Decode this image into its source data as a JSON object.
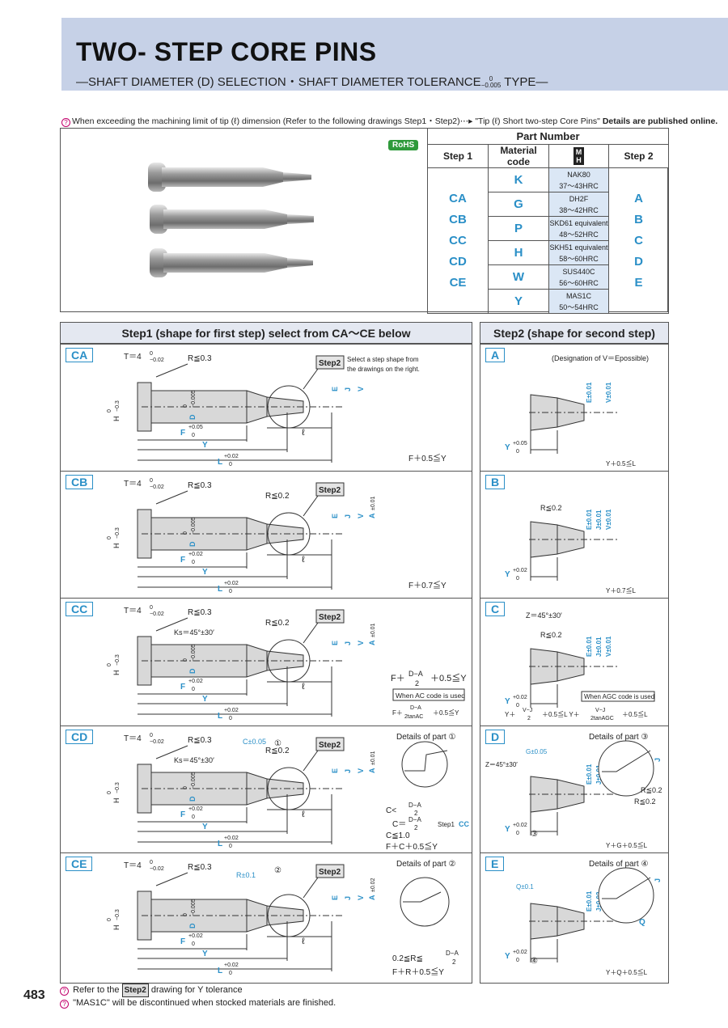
{
  "header": {
    "title": "TWO- STEP CORE PINS",
    "subtitle_a": "—SHAFT DIAMETER (D) SELECTION・SHAFT DIAMETER TOLERANCE",
    "subtitle_tol_top": "0",
    "subtitle_tol_bottom": "−0.005",
    "subtitle_b": "TYPE—"
  },
  "note": {
    "text": "When exceeding the machining limit of tip (ℓ) dimension (Refer to the following drawings Step1・Step2)⋯▸ \"Tip (ℓ) Short two-step Core Pins\"",
    "bold": " Details are published online."
  },
  "rohs": "RoHS",
  "part_table": {
    "title": "Part Number",
    "col_step1": "Step 1",
    "col_material": "Material code",
    "col_mh_top": "M",
    "col_mh_bottom": "H",
    "col_step2": "Step 2",
    "step1_codes": [
      "CA",
      "CB",
      "CC",
      "CD",
      "CE"
    ],
    "step2_codes": [
      "A",
      "B",
      "C",
      "D",
      "E"
    ],
    "materials": [
      {
        "code": "K",
        "name": "NAK80",
        "hardness": "37〜43HRC"
      },
      {
        "code": "G",
        "name": "DH2F",
        "hardness": "38〜42HRC"
      },
      {
        "code": "P",
        "name": "SKD61 equivalent",
        "hardness": "48〜52HRC"
      },
      {
        "code": "H",
        "name": "SKH51 equivalent",
        "hardness": "58〜60HRC"
      },
      {
        "code": "W",
        "name": "SUS440C",
        "hardness": "56〜60HRC"
      },
      {
        "code": "Y",
        "name": "MAS1C",
        "hardness": "50〜54HRC"
      }
    ]
  },
  "step1": {
    "heading": "Step1 (shape for first step) select from CA〜CE below",
    "cells": [
      {
        "tag": "CA",
        "formula": "F＋0.5≦Y",
        "callout_a": "Select a step shape from",
        "callout_b": "the drawings on the right."
      },
      {
        "tag": "CB",
        "formula": "F＋0.7≦Y",
        "r2": "R≦0.2"
      },
      {
        "tag": "CC",
        "formula_a": "F＋",
        "formula_num": "D−A",
        "formula_den": "2",
        "formula_b": "＋0.5≦Y",
        "note": "When AC code is used",
        "f2a": "F＋",
        "f2num": "D−A",
        "f2den": "2tanAC",
        "f2b": "＋0.5≦Y",
        "ks": "Ks＝45°±30′",
        "r2": "R≦0.2"
      },
      {
        "tag": "CD",
        "detail": "Details of part ①",
        "c1": "C<",
        "c1num": "D−A",
        "c1den": "2",
        "c2": "C＝",
        "c2num": "D−A",
        "c2den": "2",
        "c2ref": "Step1",
        "c2code": "CC",
        "c3": "C≦1.0",
        "c4": "F＋C＋0.5≦Y",
        "ks": "Ks＝45°±30′",
        "cc": "C±0.05",
        "circle": "①",
        "r2": "R≦0.2",
        "rc": "R≦0.2"
      },
      {
        "tag": "CE",
        "detail": "Details of part ②",
        "f1": "0.2≦R≦",
        "f1num": "D−A",
        "f1den": "2",
        "f2": "F＋R＋0.5≦Y",
        "rr": "R±0.1",
        "circle": "②"
      }
    ],
    "labels": {
      "t": "T＝4",
      "t_tol_top": "0",
      "t_tol_bot": "−0.02",
      "r": "R≦0.3",
      "h": "H",
      "h_tol_top": "0",
      "h_tol_bot": "−0.3",
      "d": "D",
      "d_tol_top": "0",
      "d_tol_bot": "−0.005",
      "f": "F",
      "f_tol_top": "+0.05",
      "f_tol_bot": "0",
      "f_tol2_top": "+0.02",
      "y": "Y",
      "l": "L",
      "l_tol_top": "+0.02",
      "l_tol_bot": "0",
      "ell": "ℓ",
      "step2": "Step2",
      "e": "E",
      "j": "J",
      "v": "V",
      "a": "A",
      "a_tol": "±0.01",
      "a_tol2": "±0.02"
    }
  },
  "step2": {
    "heading": "Step2 (shape for second step)",
    "cells": [
      {
        "tag": "A",
        "note": "(Designation of V＝Epossible)",
        "formula": "Y＋0.5≦L",
        "ytol": "+0.05",
        "e": "E±0.01",
        "v": "V±0.01"
      },
      {
        "tag": "B",
        "formula": "Y＋0.7≦L",
        "ytol": "+0.02",
        "r": "R≦0.2",
        "e": "E±0.01",
        "j": "J±0.01",
        "v": "V±0.01"
      },
      {
        "tag": "C",
        "z": "Z＝45°±30′",
        "r": "R≦0.2",
        "note": "When AGC code is used",
        "fa": "Y＋",
        "fnum": "V−J",
        "fden": "2",
        "fb": "＋0.5≦L  Y＋",
        "fnum2": "V−J",
        "fden2": "2tanAGC",
        "fc": "＋0.5≦L",
        "ytol": "+0.02",
        "e": "E±0.01",
        "j": "J±0.01",
        "v": "V±0.01"
      },
      {
        "tag": "D",
        "detail": "Details of part ③",
        "z": "Z＝45°±30′",
        "g": "G±0.05",
        "formula": "Y＋G＋0.5≦L",
        "r1": "R≦0.2",
        "r2": "R≦0.2",
        "circle": "③",
        "ytol": "+0.02",
        "e": "E±0.01",
        "j": "J±0.01",
        "v": "V±0.01",
        "jj": "J"
      },
      {
        "tag": "E",
        "detail": "Details of part ④",
        "q": "Q±0.1",
        "formula": "Y＋Q＋0.5≦L",
        "circle": "④",
        "ytol": "+0.02",
        "e": "E±0.01",
        "j": "J±0.02",
        "v": "V±0.01",
        "qq": "Q",
        "jj": "J"
      }
    ],
    "y": "Y",
    "y_tol_bot": "0"
  },
  "footer": {
    "line1_a": "Refer to the",
    "line1_tag": "Step2",
    "line1_b": "drawing for Y tolerance",
    "line2": "\"MAS1C\" will be discontinued when stocked materials are finished."
  },
  "page_number": "483"
}
